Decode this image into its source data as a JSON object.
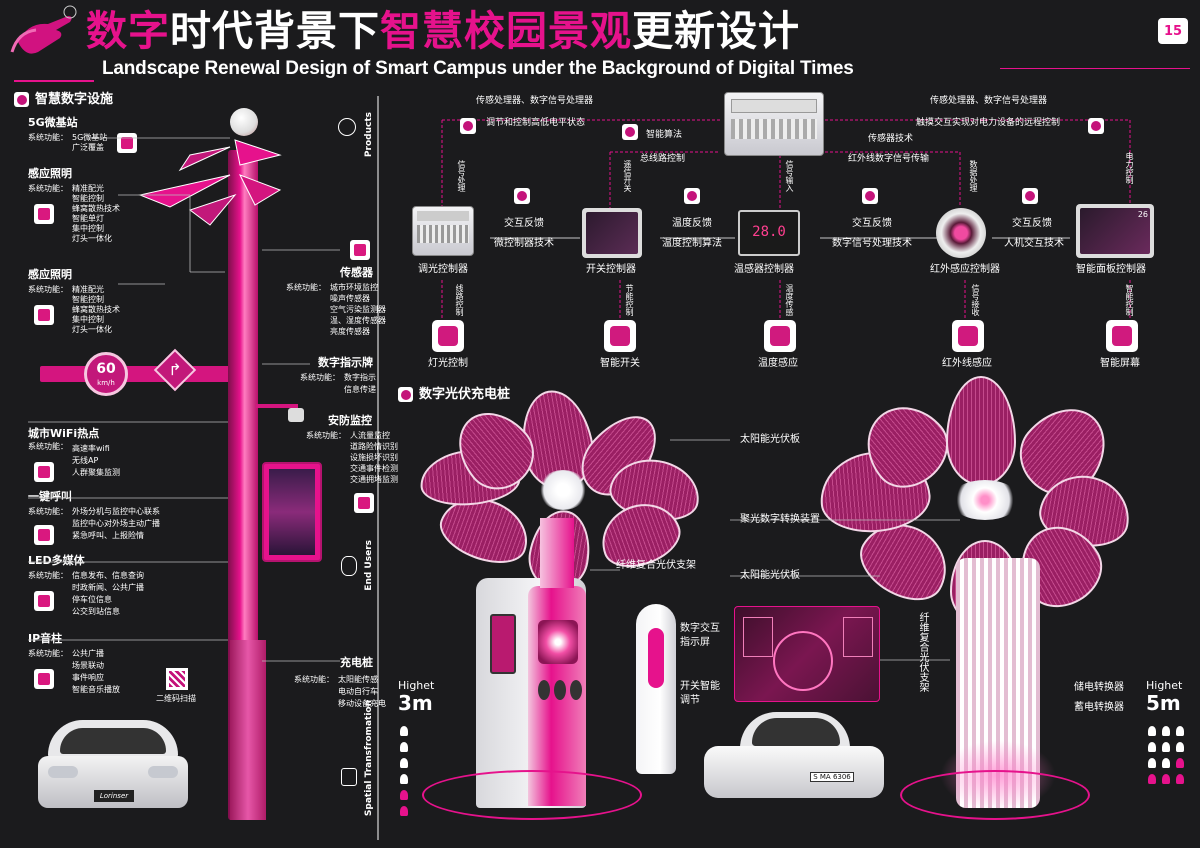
{
  "page_number": "15",
  "title": {
    "part1": "数字",
    "part2": "时代背景下",
    "part3": "智慧校园景观",
    "part4": "更新设计",
    "subtitle": "Landscape Renewal Design of Smart Campus under the Background of Digital Times"
  },
  "left_section": {
    "heading": "智慧数字设施",
    "items": [
      {
        "title": "5G微基站",
        "label": "系统功能：",
        "lines": [
          "5G微基站",
          "广泛覆盖"
        ]
      },
      {
        "title": "感应照明",
        "label": "系统功能：",
        "lines": [
          "精准配光",
          "智能控制",
          "蜂窝散热技术",
          "智能单灯",
          "集中控制",
          "灯头一体化"
        ]
      },
      {
        "title": "感应照明",
        "label": "系统功能：",
        "lines": [
          "精准配光",
          "智能控制",
          "蜂窝散热技术",
          "集中控制",
          "灯头一体化"
        ]
      },
      {
        "title": "城市WiFi热点",
        "label": "系统功能：",
        "lines": [
          "高速率wifi",
          "无线AP",
          "人群聚集监测"
        ]
      },
      {
        "title": "一键呼叫",
        "label": "系统功能：",
        "lines": [
          "外场分机与监控中心联系",
          "监控中心对外场主动广播",
          "紧急呼叫、上报险情"
        ]
      },
      {
        "title": "LED多媒体",
        "label": "系统功能：",
        "lines": [
          "信息发布、信息查询",
          "时政新闻、公共广播",
          "停车位信息",
          "公交到站信息"
        ]
      },
      {
        "title": "IP音柱",
        "label": "系统功能：",
        "lines": [
          "公共广播",
          "场景联动",
          "事件响应",
          "智能音乐播放"
        ]
      }
    ],
    "right_items": [
      {
        "title": "传感器",
        "label": "系统功能：",
        "lines": [
          "城市环境监控",
          "噪声传感器",
          "空气污染监测器",
          "温、湿度传感器",
          "亮度传感器"
        ]
      },
      {
        "title": "数字指示牌",
        "label": "系统功能：",
        "lines": [
          "数字指示",
          "信息传递"
        ]
      },
      {
        "title": "安防监控",
        "label": "系统功能：",
        "lines": [
          "人流量监控",
          "道路险情识别",
          "设施损坏识别",
          "交通事件检测",
          "交通拥堵监测"
        ]
      },
      {
        "title": "充电桩",
        "label": "系统功能：",
        "lines": [
          "太阳能传感",
          "电动自行车",
          "移动设备充电"
        ]
      }
    ],
    "speed_sign": {
      "value": "60",
      "unit": "km/h"
    },
    "qr_label": "二维码扫描",
    "car_plate": "Lorinser",
    "side_labels": [
      "Products",
      "End Users",
      "Spatial Transfromation"
    ]
  },
  "flow": {
    "top_labels": [
      "传感处理器、数字信号处理器",
      "调节和控制高低电平状态",
      "智能算法",
      "总线路控制",
      "传感处理器、数字信号处理器",
      "触摸交互实现对电力设备的远程控制",
      "传感器技术",
      "红外线数字信号传输"
    ],
    "vertical_labels": [
      "信号处理",
      "遥信开关",
      "信号输入",
      "数据处理",
      "电力控制",
      "线路控制",
      "节能控制",
      "温度传感",
      "信号接收",
      "智能控制"
    ],
    "links": [
      {
        "top": "交互反馈",
        "bottom": "微控制器技术"
      },
      {
        "top": "温度反馈",
        "bottom": "温度控制算法"
      },
      {
        "top": "交互反馈",
        "bottom": "数字信号处理技术"
      },
      {
        "top": "交互反馈",
        "bottom": "人机交互技术"
      }
    ],
    "controllers": [
      "调光控制器",
      "开关控制器",
      "温感器控制器",
      "红外感应控制器",
      "智能面板控制器"
    ],
    "outputs": [
      "灯光控制",
      "智能开关",
      "温度感应",
      "红外线感应",
      "智能屏幕"
    ],
    "thermostat_reading": "28.0",
    "panel_reading": "26"
  },
  "pv_section": {
    "heading": "数字光伏充电桩",
    "labels": [
      "太阳能光伏板",
      "聚光数字转换装置",
      "纤维复合光伏支架",
      "太阳能光伏板",
      "数字交互指示屏",
      "开关智能调节",
      "储电转换器",
      "蓄电转换器"
    ],
    "vertical_label": "纤维复合光伏支架",
    "height_left": {
      "label": "Highet",
      "value": "3m"
    },
    "height_right": {
      "label": "Highet",
      "value": "5m"
    },
    "plate": "S MA 6306"
  },
  "colors": {
    "accent": "#e6128c",
    "background": "#1b1b1d",
    "panel": "#a02c6b"
  }
}
